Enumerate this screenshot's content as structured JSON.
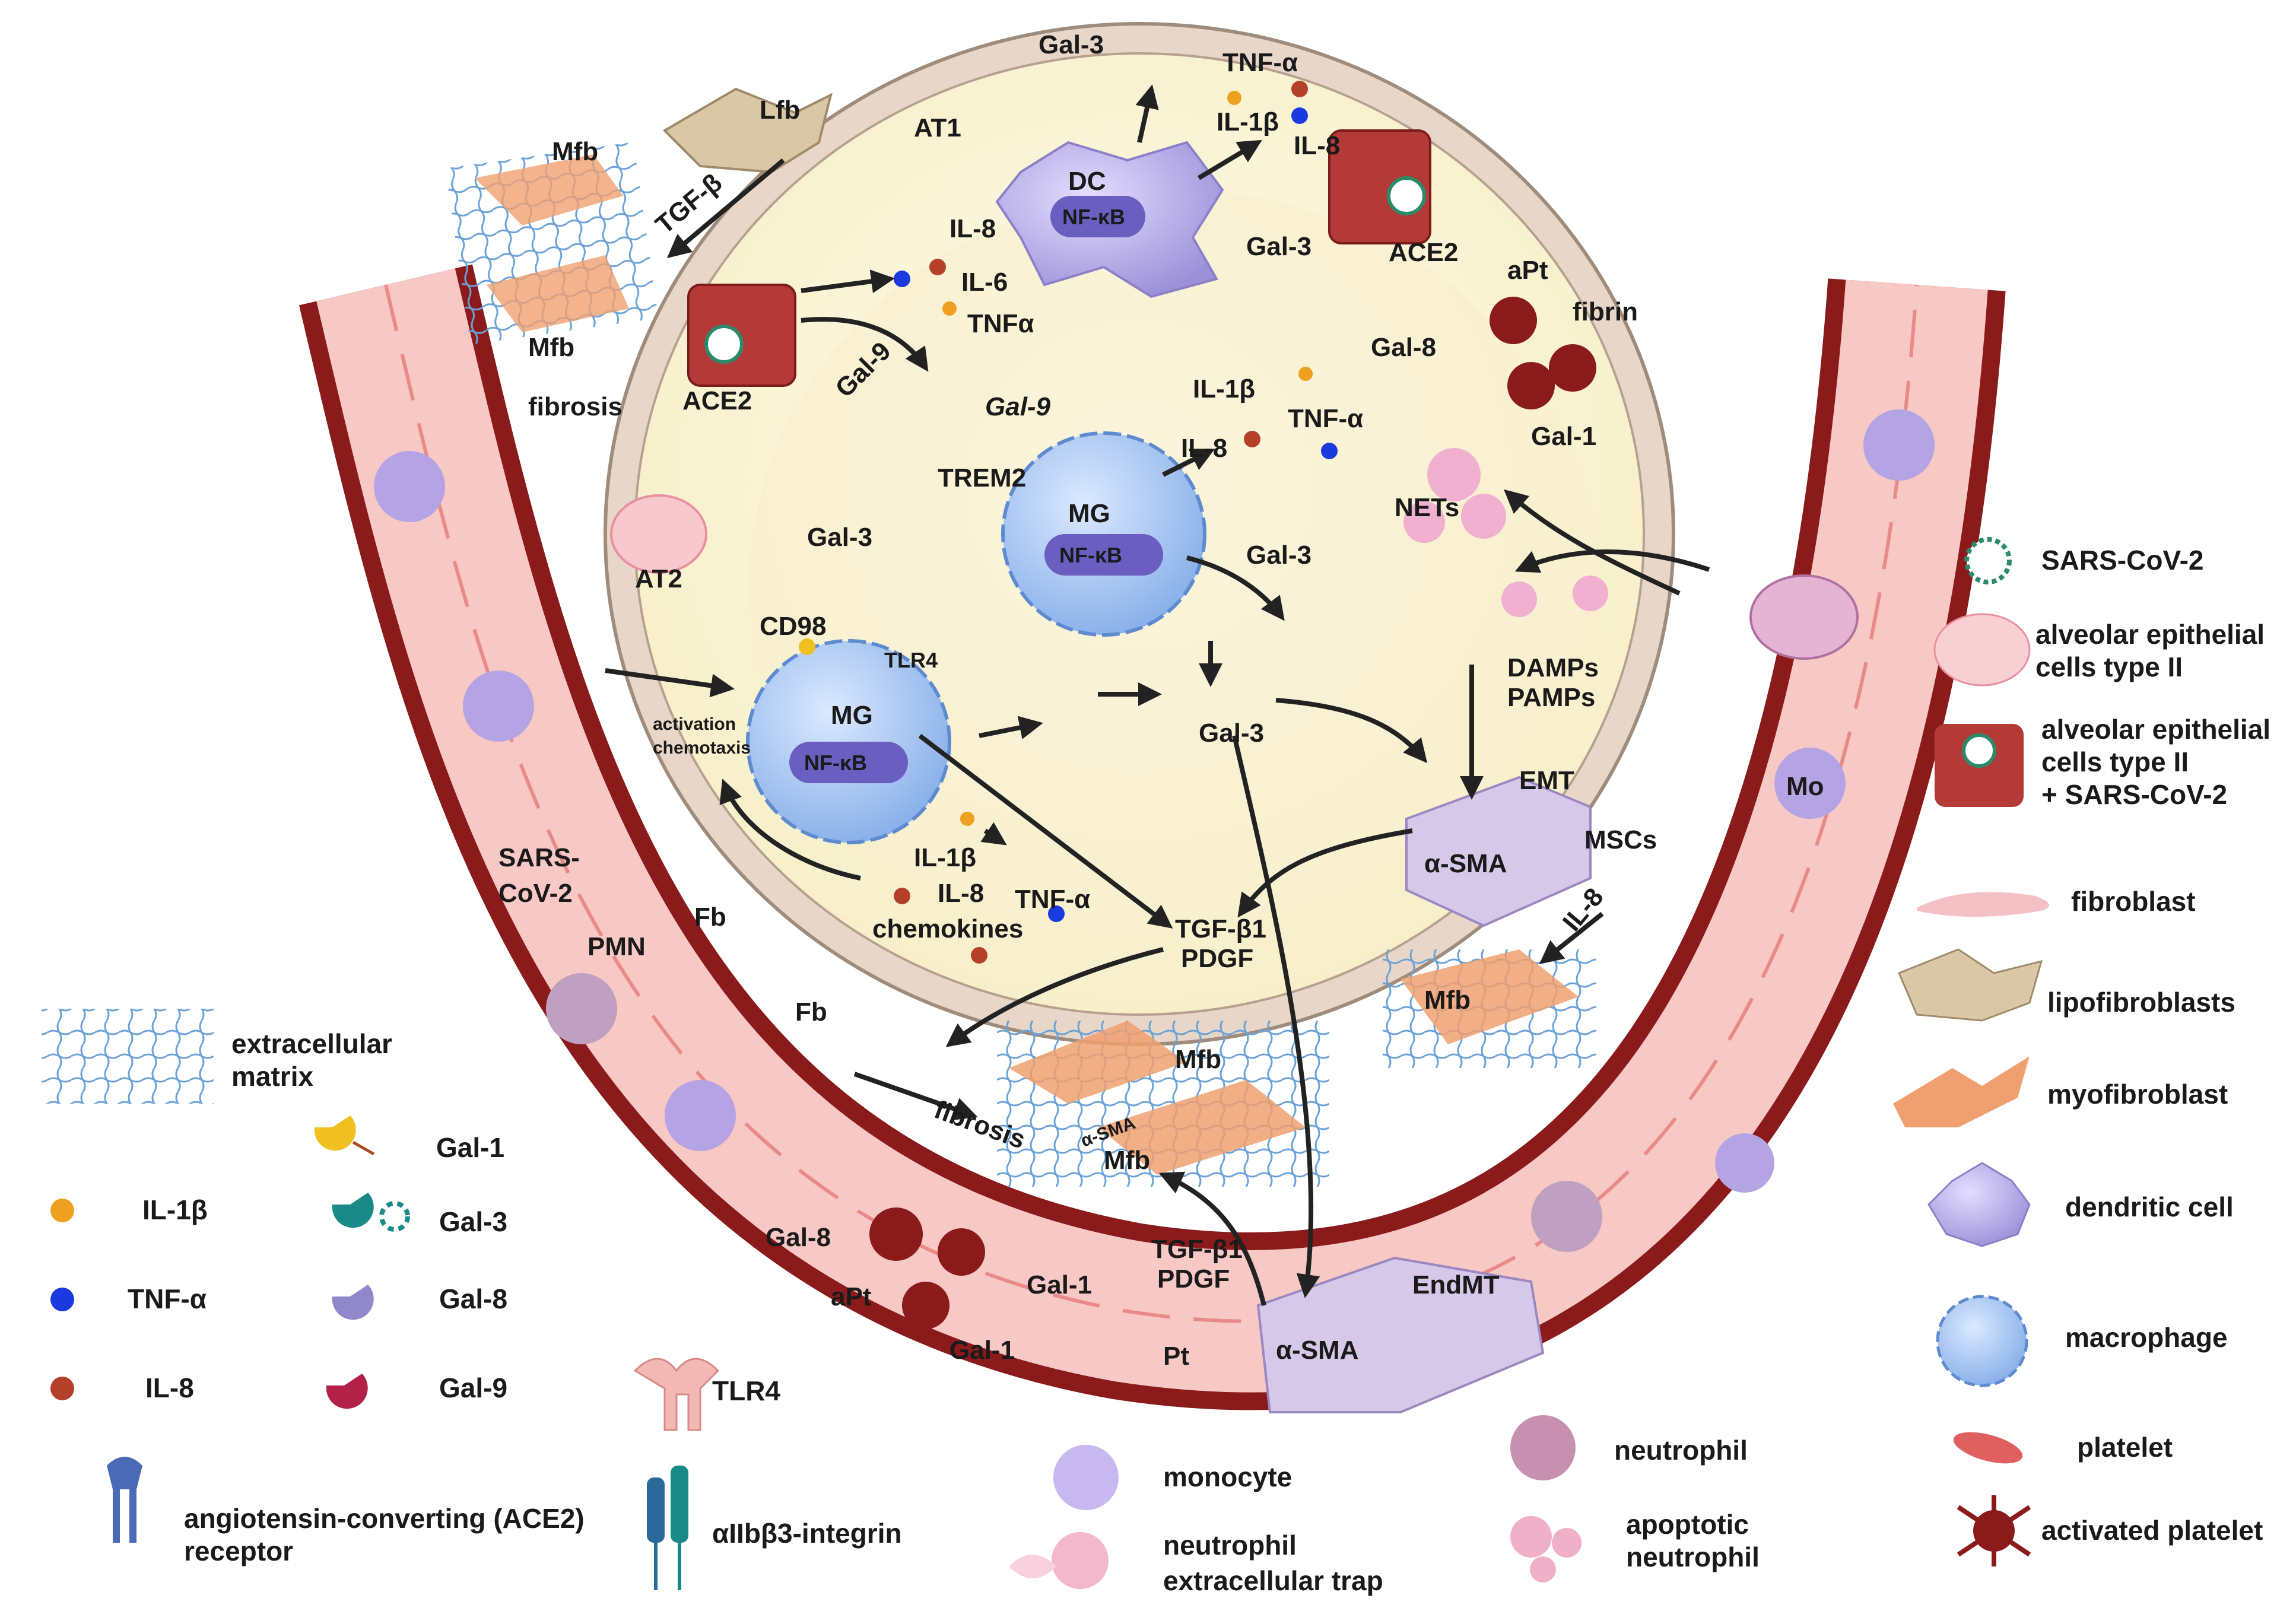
{
  "diagram": {
    "labels": {
      "lfb": "Lfb",
      "at1": "AT1",
      "mfb_top": "Mfb",
      "tgf_beta": "TGF-β",
      "mfb_top2": "Mfb",
      "fibrosis_top": "fibrosis",
      "ace2_left": "ACE2",
      "gal9_left": "Gal-9",
      "at2": "AT2",
      "gal3_top": "Gal-3",
      "tnfa_top": "TNF-α",
      "il1b_top": "IL-1β",
      "il8_top": "IL-8",
      "dc": "DC",
      "nfkb_dc": "NF-κB",
      "il8_mid": "IL-8",
      "il6": "IL-6",
      "tnfa_mid": "TNFα",
      "gal9_mid": "Gal-9",
      "gal3_right": "Gal-3",
      "ace2_right": "ACE2",
      "apt_right": "aPt",
      "fibrin": "fibrin",
      "gal8_right": "Gal-8",
      "gal1_right": "Gal-1",
      "il1b_mid": "IL-1β",
      "tnfa_right": "TNF-α",
      "il8_center": "IL-8",
      "trem2": "TREM2",
      "mg_top": "MG",
      "nfkb_mg1": "NF-κB",
      "gal3_left": "Gal-3",
      "gal3_center": "Gal-3",
      "nets": "NETs",
      "cd98": "CD98",
      "tlr4_center": "TLR4",
      "mg_bottom": "MG",
      "nfkb_mg2": "NF-κB",
      "activation": "activation",
      "chemotaxis": "chemotaxis",
      "gal3_lower": "Gal-3",
      "damps": "DAMPs",
      "pamps": "PAMPs",
      "emt": "EMT",
      "asma_upper": "α-SMA",
      "mscs": "MSCs",
      "il8_arrow": "IL-8",
      "il1b_lower": "IL-1β",
      "il8_lower": "IL-8",
      "tnfa_lower": "TNF-α",
      "chemokines": "chemokines",
      "tgfb1": "TGF-β1",
      "pdgf": "PDGF",
      "sarscov2_vessel_1": "SARS-",
      "sarscov2_vessel_2": "CoV-2",
      "pmn": "PMN",
      "fb_1": "Fb",
      "fb_2": "Fb",
      "mfb_center": "Mfb",
      "mfb_right": "Mfb",
      "fibrosis_bottom": "fibrosis",
      "asma_mfb": "α-SMA",
      "mfb_bottom": "Mfb",
      "mo": "Mo",
      "gal8_bottom": "Gal-8",
      "gal1_bottom_1": "Gal-1",
      "apt_bottom": "aPt",
      "gal1_bottom_2": "Gal-1",
      "tgfb1_bottom": "TGF-β1",
      "pdgf_bottom": "PDGF",
      "pt": "Pt",
      "endmt": "EndMT",
      "asma_bottom": "α-SMA"
    }
  },
  "legend": {
    "left": [
      {
        "icon": "extracellular-matrix-icon",
        "label": [
          "extracellular",
          "matrix"
        ]
      },
      {
        "icon": "il1b-dot-icon",
        "label": [
          "IL-1β"
        ],
        "color": "#f0a020"
      },
      {
        "icon": "tnfa-dot-icon",
        "label": [
          "TNF-α"
        ],
        "color": "#1a3adf"
      },
      {
        "icon": "il8-dot-icon",
        "label": [
          "IL-8"
        ],
        "color": "#b5402a"
      },
      {
        "icon": "gal1-icon",
        "label": [
          "Gal-1"
        ]
      },
      {
        "icon": "gal3-icon",
        "label": [
          "Gal-3"
        ]
      },
      {
        "icon": "gal8-icon",
        "label": [
          "Gal-8"
        ]
      },
      {
        "icon": "gal9-icon",
        "label": [
          "Gal-9"
        ]
      },
      {
        "icon": "tlr4-icon",
        "label": [
          "TLR4"
        ]
      },
      {
        "icon": "ace2-receptor-icon",
        "label": [
          "angiotensin-converting (ACE2)",
          "receptor"
        ]
      },
      {
        "icon": "integrin-icon",
        "label": [
          "αIIbβ3-integrin"
        ]
      },
      {
        "icon": "monocyte-icon",
        "label": [
          "monocyte"
        ]
      },
      {
        "icon": "net-icon",
        "label": [
          "neutrophil",
          "extracellular trap"
        ]
      },
      {
        "icon": "neutrophil-icon",
        "label": [
          "neutrophil"
        ]
      },
      {
        "icon": "apoptotic-neutrophil-icon",
        "label": [
          "apoptotic",
          "neutrophil"
        ]
      }
    ],
    "right": [
      {
        "icon": "sars-cov-2-icon",
        "label": [
          "SARS-CoV-2"
        ]
      },
      {
        "icon": "at2-cell-icon",
        "label": [
          "alveolar epithelial",
          "cells type II"
        ]
      },
      {
        "icon": "infected-at2-cell-icon",
        "label": [
          "alveolar epithelial",
          "cells type II",
          "+ SARS-CoV-2"
        ]
      },
      {
        "icon": "fibroblast-icon",
        "label": [
          "fibroblast"
        ]
      },
      {
        "icon": "lipofibroblast-icon",
        "label": [
          "lipofibroblasts"
        ]
      },
      {
        "icon": "myofibroblast-icon",
        "label": [
          "myofibroblast"
        ]
      },
      {
        "icon": "dendritic-cell-icon",
        "label": [
          "dendritic cell"
        ]
      },
      {
        "icon": "macrophage-icon",
        "label": [
          "macrophage"
        ]
      },
      {
        "icon": "platelet-icon",
        "label": [
          "platelet"
        ]
      },
      {
        "icon": "activated-platelet-icon",
        "label": [
          "activated platelet"
        ]
      }
    ]
  },
  "colors": {
    "vessel_wall": "#8b1a1a",
    "vessel_lumen": "#f7c8c4",
    "alveolus_fill": "#fdf8e1",
    "alveolus_cells": "#e8d6c8",
    "gal3": "#1a8a88",
    "gal9": "#b32048",
    "cell_purple": "#b0a8e0",
    "macrophage_blue": "#a8c6f0",
    "myofibroblast": "#f0a070",
    "arrow": "#222222"
  }
}
